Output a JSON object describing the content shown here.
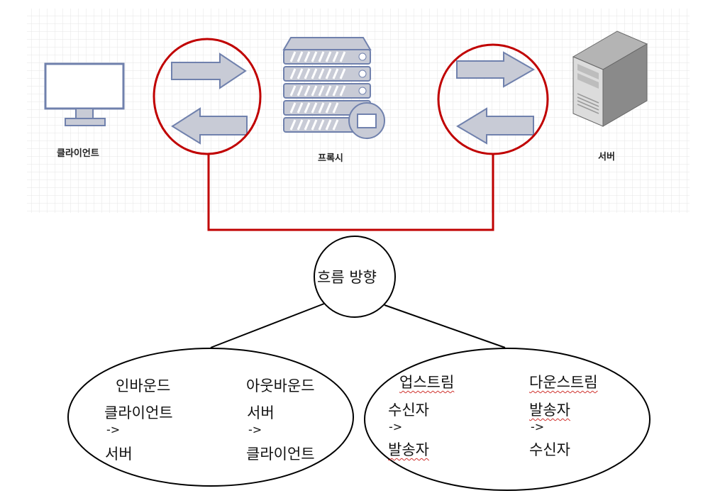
{
  "top": {
    "client_label": "클라이언트",
    "proxy_label": "프록시",
    "server_label": "서버"
  },
  "tree": {
    "root_label": "흐름 방향",
    "left": {
      "col1": {
        "title": "인바운드",
        "from": "클라이언트",
        "arrow": "->",
        "to": "서버"
      },
      "col2": {
        "title": "아웃바운드",
        "from": "서버",
        "arrow": "->",
        "to": "클라이언트"
      }
    },
    "right": {
      "col1": {
        "title": "업스트림",
        "from": "수신자",
        "arrow": "->",
        "to": "발송자"
      },
      "col2": {
        "title": "다운스트림",
        "from": "발송자",
        "arrow": "->",
        "to": "수신자"
      }
    }
  },
  "colors": {
    "highlight": "#c00000",
    "icon_fill": "#c8cbd6",
    "icon_stroke": "#7081ad"
  }
}
